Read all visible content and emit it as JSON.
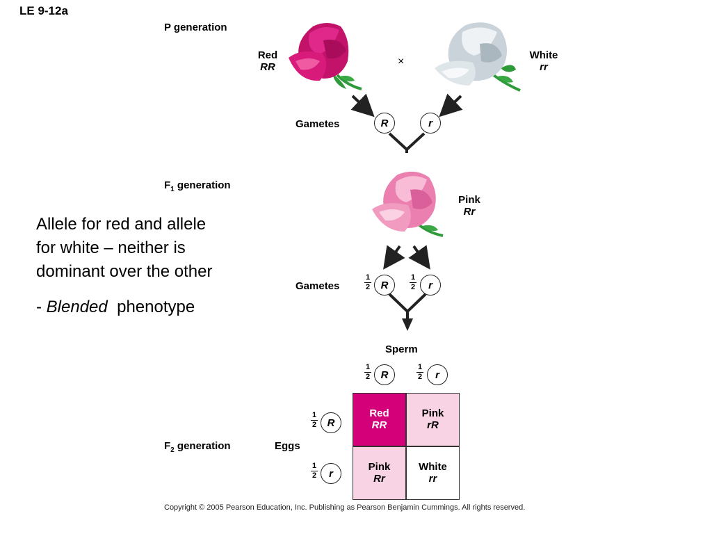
{
  "slide_title": "LE 9-12a",
  "p_generation": {
    "label": "P generation",
    "parent1": {
      "name": "Red",
      "genotype": "RR"
    },
    "parent2": {
      "name": "White",
      "genotype": "rr"
    },
    "cross": "×",
    "gametes_label": "Gametes",
    "gamete1": "R",
    "gamete2": "r"
  },
  "f1_generation": {
    "label_prefix": "F",
    "label_sub": "1",
    "label_suffix": "generation",
    "offspring": {
      "name": "Pink",
      "genotype": "Rr"
    },
    "gametes_label": "Gametes",
    "gamete1": "R",
    "gamete2": "r",
    "frac_num": "1",
    "frac_den": "2"
  },
  "f2_generation": {
    "label_prefix": "F",
    "label_sub": "2",
    "label_suffix": "generation",
    "sperm_label": "Sperm",
    "eggs_label": "Eggs",
    "sperm": [
      "R",
      "r"
    ],
    "eggs": [
      "R",
      "r"
    ],
    "frac_num": "1",
    "frac_den": "2",
    "punnett": [
      {
        "name": "Red",
        "genotype": "RR",
        "color": "#d4007a"
      },
      {
        "name": "Pink",
        "genotype": "rR",
        "color": "#f7d3e4"
      },
      {
        "name": "Pink",
        "genotype": "Rr",
        "color": "#f7d3e4"
      },
      {
        "name": "White",
        "genotype": "rr",
        "color": "#ffffff"
      }
    ]
  },
  "notes": {
    "line1": "Allele for red and allele",
    "line2": "for white – neither is",
    "line3": "dominant over the other",
    "dash": "- ",
    "emph": "Blended",
    "rest": "phenotype"
  },
  "copyright": "Copyright © 2005 Pearson Education, Inc. Publishing as Pearson Benjamin Cummings. All rights reserved.",
  "colors": {
    "red_flower": "#d81b7a",
    "white_flower": "#dfe6ea",
    "pink_flower": "#f29bc0",
    "stem": "#2e9a3a"
  },
  "icons": [
    "red-flower-icon",
    "white-flower-icon",
    "pink-flower-icon",
    "arrow-icon"
  ]
}
